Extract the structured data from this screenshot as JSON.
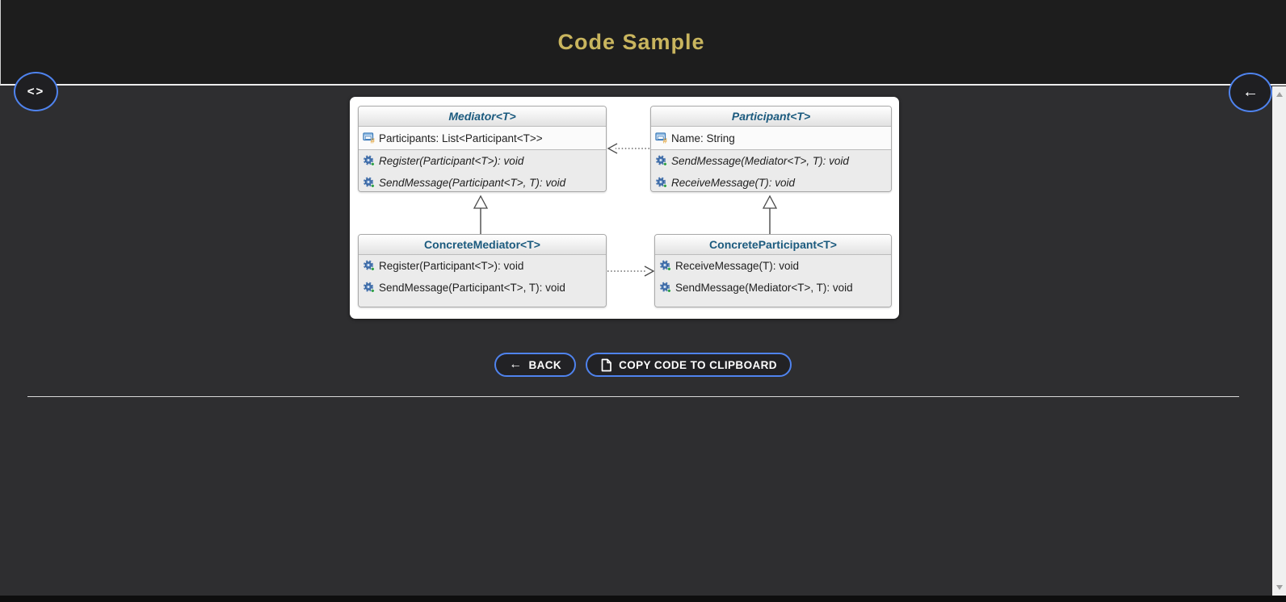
{
  "header": {
    "title": "Code Sample"
  },
  "floating_buttons": {
    "code_toggle_icon": "<>",
    "back_icon": "←"
  },
  "diagram": {
    "classes": [
      {
        "name": "Mediator<T>",
        "abstract": true,
        "properties": [
          {
            "label": "Participants: List<Participant<T>>"
          }
        ],
        "methods": [
          {
            "label": "Register(Participant<T>): void",
            "abstract": true
          },
          {
            "label": "SendMessage(Participant<T>, T): void",
            "abstract": true
          }
        ]
      },
      {
        "name": "Participant<T>",
        "abstract": true,
        "properties": [
          {
            "label": "Name: String"
          }
        ],
        "methods": [
          {
            "label": "SendMessage(Mediator<T>, T): void",
            "abstract": true
          },
          {
            "label": "ReceiveMessage(T): void",
            "abstract": true
          }
        ]
      },
      {
        "name": "ConcreteMediator<T>",
        "abstract": false,
        "properties": [],
        "methods": [
          {
            "label": "Register(Participant<T>): void",
            "abstract": false
          },
          {
            "label": "SendMessage(Participant<T>, T): void",
            "abstract": false
          }
        ]
      },
      {
        "name": "ConcreteParticipant<T>",
        "abstract": false,
        "properties": [],
        "methods": [
          {
            "label": "ReceiveMessage(T): void",
            "abstract": false
          },
          {
            "label": "SendMessage(Mediator<T>, T): void",
            "abstract": false
          }
        ]
      }
    ],
    "relations": [
      {
        "type": "inheritance",
        "from": "ConcreteMediator<T>",
        "to": "Mediator<T>"
      },
      {
        "type": "inheritance",
        "from": "ConcreteParticipant<T>",
        "to": "Participant<T>"
      },
      {
        "type": "dependency",
        "from": "Participant<T>",
        "to": "Mediator<T>"
      },
      {
        "type": "dependency",
        "from": "ConcreteMediator<T>",
        "to": "ConcreteParticipant<T>"
      }
    ]
  },
  "actions": {
    "back": "BACK",
    "copy": "COPY CODE TO CLIPBOARD"
  },
  "colors": {
    "title": "#c9b55e",
    "accent_border": "#4f83ee",
    "class_title": "#1b5a7e",
    "header_bg": "#1d1d1d",
    "content_bg": "#2e2e30",
    "panel_bg": "#ffffff"
  }
}
